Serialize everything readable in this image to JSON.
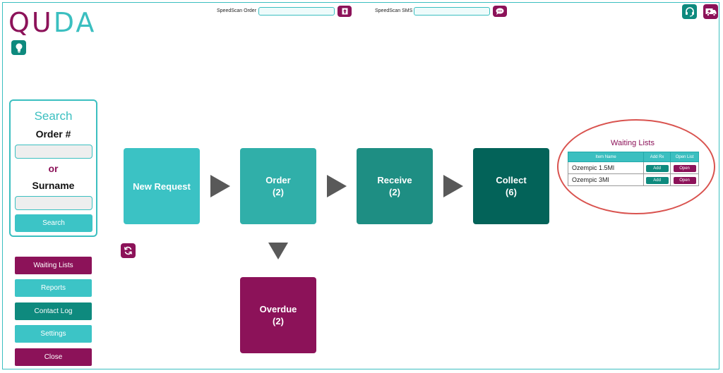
{
  "logo": {
    "part1": "QU",
    "part2": "DA"
  },
  "toolbar": {
    "speedscan_order_label": "SpeedScan Order",
    "speedscan_order_value": "",
    "speedscan_sms_label": "SpeedScan SMS",
    "speedscan_sms_value": ""
  },
  "search": {
    "title": "Search",
    "order_label": "Order #",
    "order_value": "",
    "or_label": "or",
    "surname_label": "Surname",
    "surname_value": "",
    "button": "Search"
  },
  "sidebar": {
    "buttons": [
      {
        "label": "Waiting Lists",
        "color": "#8c1259"
      },
      {
        "label": "Reports",
        "color": "#3cc4c6"
      },
      {
        "label": "Contact Log",
        "color": "#0e8a7e"
      },
      {
        "label": "Settings",
        "color": "#3cc4c6"
      },
      {
        "label": "Close",
        "color": "#8c1259"
      }
    ]
  },
  "flow": {
    "new_request": {
      "label": "New Request",
      "color": "#3bc2c4"
    },
    "order": {
      "label": "Order",
      "count": "(2)",
      "color": "#30afa9"
    },
    "receive": {
      "label": "Receive",
      "count": "(2)",
      "color": "#1e8e83"
    },
    "collect": {
      "label": "Collect",
      "count": "(6)",
      "color": "#036359"
    },
    "overdue": {
      "label": "Overdue",
      "count": "(2)",
      "color": "#8c1259"
    }
  },
  "waiting_lists": {
    "title": "Waiting Lists",
    "columns": [
      "Item Name",
      "Add Rx",
      "Open List"
    ],
    "rows": [
      {
        "item": "Ozempic 1.5Ml",
        "add": "Add",
        "open": "Open"
      },
      {
        "item": "Ozempic 3Ml",
        "add": "Add",
        "open": "Open"
      }
    ]
  },
  "icons": {
    "idea": "lightbulb-icon",
    "upload": "upload-icon",
    "sms": "chat-bubble-icon",
    "support": "headset-icon",
    "delivery": "ambulance-icon",
    "refresh": "refresh-icon"
  }
}
